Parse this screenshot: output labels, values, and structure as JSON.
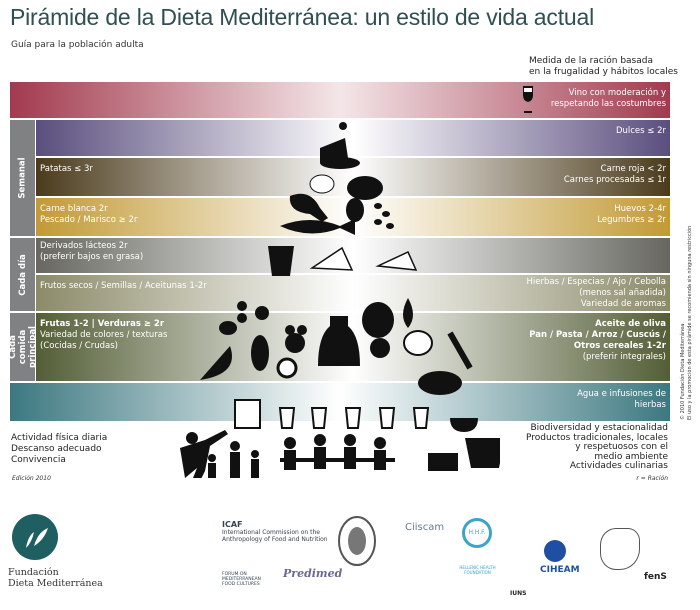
{
  "header": {
    "title": "Pirámide de la Dieta Mediterránea: un estilo de vida actual",
    "subtitle": "Guía para la población adulta",
    "portion_note": [
      "Medida de la ración basada",
      "en la frugalidad y hábitos locales"
    ]
  },
  "side_labels": {
    "weekly": "Semanal",
    "daily": "Cada día",
    "main_meal": "Cada comida principal"
  },
  "bands": {
    "wine": {
      "right": [
        "Vino con moderación y",
        "respetando las costumbres"
      ],
      "color": "#a23a4e"
    },
    "sweets": {
      "right": [
        "Dulces ≤ 2r"
      ],
      "color": "#5a4e7e"
    },
    "meat": {
      "left": [
        "Patatas ≤ 3r"
      ],
      "right": [
        "Carne roja < 2r",
        "Carnes procesadas ≤ 1r"
      ],
      "color": "#4b3b1c"
    },
    "white_meat": {
      "left": [
        "Carne blanca 2r",
        "Pescado / Marisco ≥ 2r"
      ],
      "right": [
        "Huevos 2-4r",
        "Legumbres ≥ 2r"
      ],
      "color": "#c29a35"
    },
    "dairy": {
      "left": [
        "Derivados lácteos 2r",
        "(preferir bajos en grasa)"
      ],
      "color": "#676760"
    },
    "nuts": {
      "left": [
        "Frutos secos / Semillas / Aceitunas 1-2r"
      ],
      "right": [
        "Hierbas / Especias / Ajo / Cebolla",
        "(menos sal añadida)",
        "Variedad de aromas"
      ],
      "color": "#8b8a68"
    },
    "fruits": {
      "left": [
        "Frutas 1-2 | Verduras ≥ 2r",
        "Variedad de colores / texturas",
        "(Cocidas / Crudas)"
      ],
      "right": [
        "Aceite de oliva",
        "Pan / Pasta / Arroz / Cuscús /",
        "Otros cereales 1-2r",
        "(preferir integrales)"
      ],
      "color": "#535e36"
    },
    "water": {
      "right": [
        "Agua e infusiones de",
        "hierbas"
      ],
      "color": "#3c7880"
    }
  },
  "lifestyle": {
    "left": [
      "Actividad física diaria",
      "Descanso adecuado",
      "Convivencia"
    ],
    "right": [
      "Biodiversidad y estacionalidad",
      "Productos tradicionales, locales",
      "y respetuosos con el",
      "medio ambiente",
      "Actividades culinarias"
    ]
  },
  "footer": {
    "edition": "Edición 2010",
    "legend": "r = Ración",
    "copyright": [
      "© 2010 Fundación Dieta Mediterránea",
      "El uso y la promoción de esta pirámide se recomienda sin ninguna restricción"
    ]
  },
  "logos": {
    "fundacion": [
      "Fundación",
      "Dieta Mediterránea"
    ],
    "icaf": "ICAF",
    "icaf_full": [
      "International Commission on the",
      "Anthropology of Food and Nutrition"
    ],
    "ciiscam": "Ciiscam",
    "hhf": "H.H.F.",
    "hhf_full": "HELLENIC HEALTH FOUNDATION",
    "forum": [
      "FORUM ON",
      "MEDITERRANEAN",
      "FOOD CULTURES"
    ],
    "predimed": "Predimed",
    "iuns": "IUNS",
    "ciheam": "CIHEAM",
    "fens": "fenS"
  }
}
